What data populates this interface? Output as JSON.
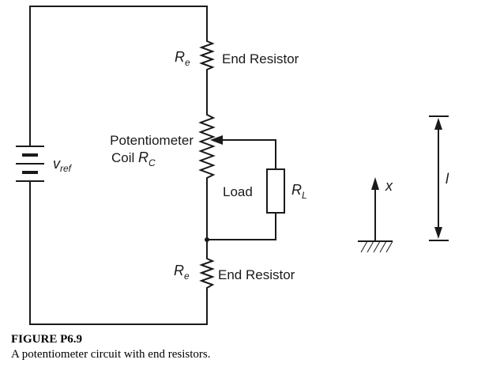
{
  "diagram": {
    "upper_end_resistor": {
      "symbol": "R",
      "subscript": "e",
      "label": "End Resistor"
    },
    "lower_end_resistor": {
      "symbol": "R",
      "subscript": "e",
      "label": "End Resistor"
    },
    "coil": {
      "line1": "Potentiometer",
      "line2_text": "Coil ",
      "symbol": "R",
      "subscript": "C"
    },
    "load": {
      "label": "Load",
      "symbol": "R",
      "subscript": "L"
    },
    "source": {
      "symbol": "v",
      "subscript": "ref"
    },
    "displacement": {
      "symbol": "x"
    },
    "length": {
      "symbol": "l"
    }
  },
  "caption": {
    "title": "FIGURE P6.9",
    "text": "A potentiometer circuit with end resistors."
  }
}
